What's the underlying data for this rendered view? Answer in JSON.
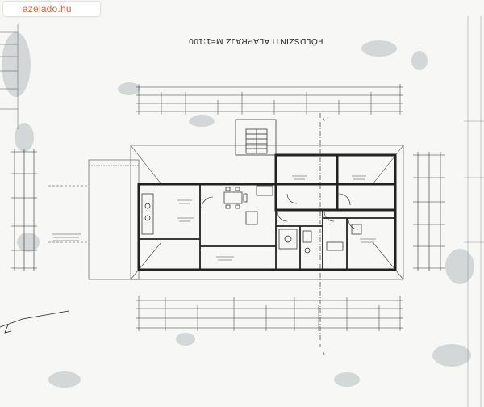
{
  "watermark": {
    "text": "azelado.hu"
  },
  "plan": {
    "title": "FÖLDSZINTI ALAPRAJZ M=1:100",
    "section_marker": "A"
  }
}
